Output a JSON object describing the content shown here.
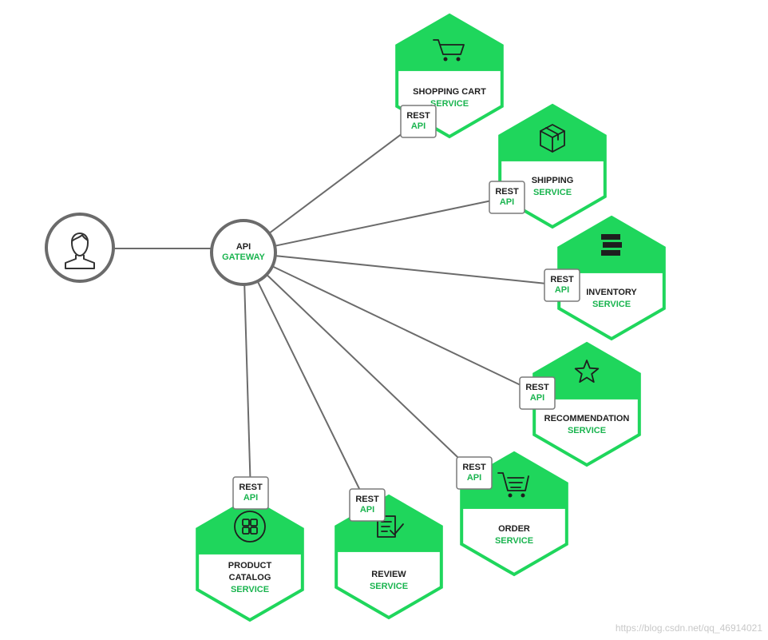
{
  "client": {
    "icon": "user-icon"
  },
  "gateway": {
    "line1": "API",
    "line2": "GATEWAY"
  },
  "rest_api": {
    "line1": "REST",
    "line2": "API"
  },
  "services": [
    {
      "id": "shopping-cart",
      "name_lines": [
        "SHOPPING CART"
      ],
      "sub": "SERVICE",
      "icon": "cart-icon"
    },
    {
      "id": "shipping",
      "name_lines": [
        "SHIPPING"
      ],
      "sub": "SERVICE",
      "icon": "package-icon"
    },
    {
      "id": "inventory",
      "name_lines": [
        "INVENTORY"
      ],
      "sub": "SERVICE",
      "icon": "stack-icon"
    },
    {
      "id": "recommendation",
      "name_lines": [
        "RECOMMENDATION"
      ],
      "sub": "SERVICE",
      "icon": "star-icon"
    },
    {
      "id": "order",
      "name_lines": [
        "ORDER"
      ],
      "sub": "SERVICE",
      "icon": "cart-list-icon"
    },
    {
      "id": "review",
      "name_lines": [
        "REVIEW"
      ],
      "sub": "SERVICE",
      "icon": "review-icon"
    },
    {
      "id": "product-catalog",
      "name_lines": [
        "PRODUCT",
        "CATALOG"
      ],
      "sub": "SERVICE",
      "icon": "grid-icon"
    }
  ],
  "colors": {
    "accent": "#1fd65c",
    "accent_text": "#1ab44f",
    "line": "#6b6b6b",
    "text": "#1e1e1e"
  },
  "watermark": "https://blog.csdn.net/qq_46914021"
}
